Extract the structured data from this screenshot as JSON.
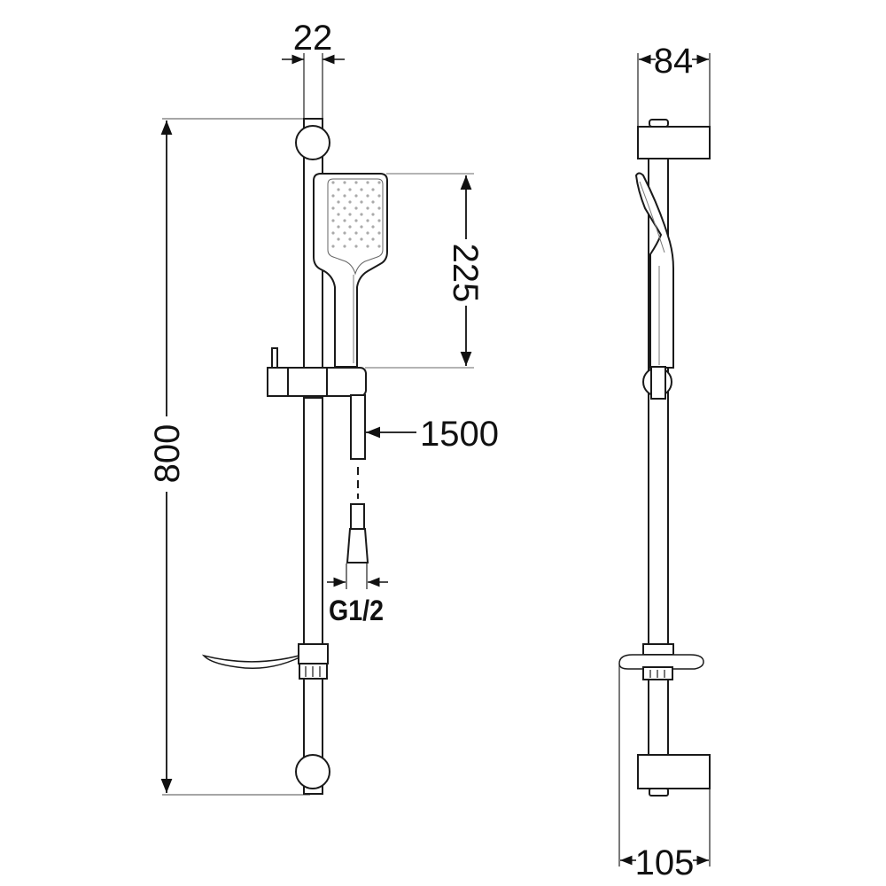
{
  "drawing": {
    "title": "Shower rail set technical drawing",
    "stroke_color": "#1a1a1a",
    "dim_line_color": "#222222",
    "extension_line_color": "#888888",
    "background": "#ffffff"
  },
  "front_view": {
    "dimensions": {
      "rail_diameter": "22",
      "rail_height": "800",
      "hand_shower_length": "225",
      "hose_length": "1500",
      "hose_connection": "G1/2"
    }
  },
  "side_view": {
    "dimensions": {
      "top_bracket_depth": "84",
      "bottom_bracket_depth": "105"
    }
  }
}
